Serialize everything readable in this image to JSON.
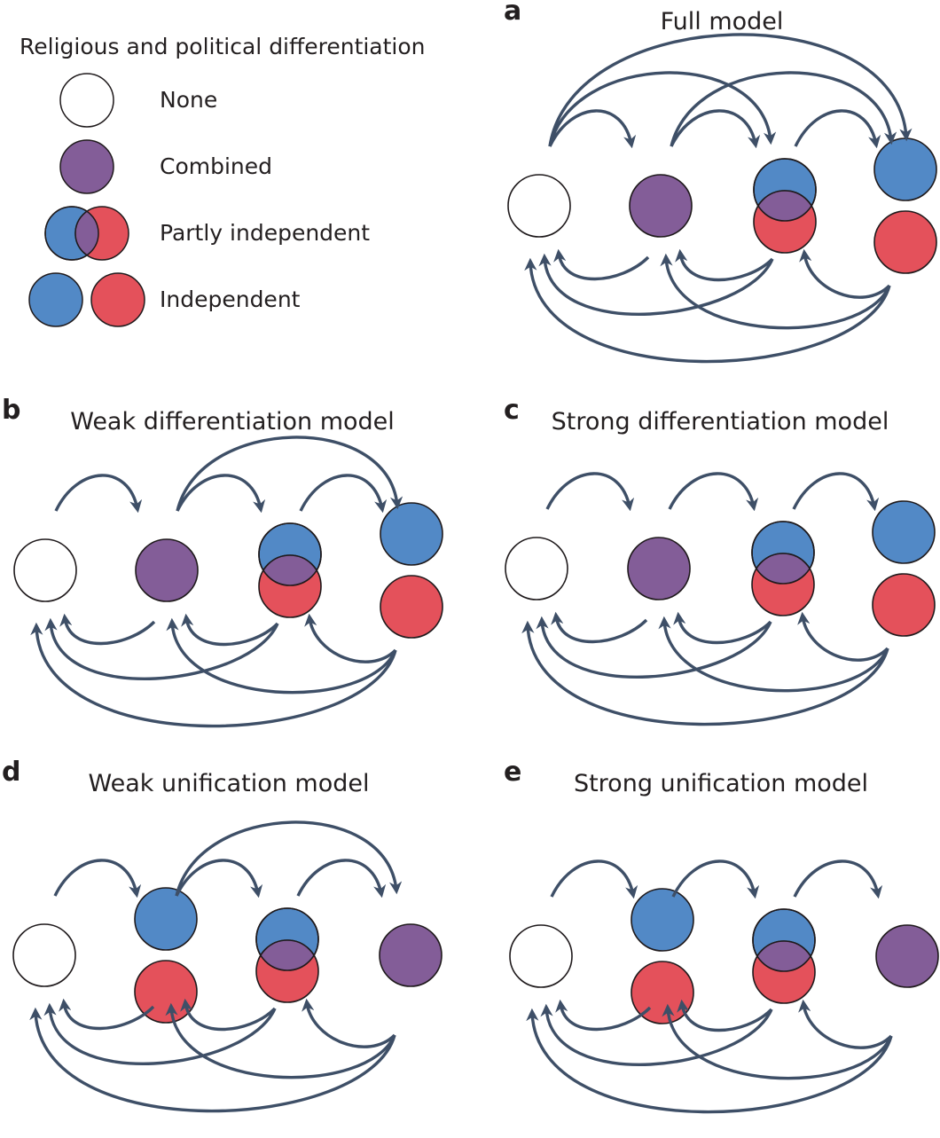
{
  "colors": {
    "blue": "#5289c6",
    "red": "#e4515b",
    "purple": "#835d98",
    "arrow": "#3e4f67",
    "outline": "#1f1a1c"
  },
  "legend": {
    "title": "Religious and political differentiation",
    "items": [
      {
        "type": "none",
        "label": "None"
      },
      {
        "type": "combined",
        "label": "Combined"
      },
      {
        "type": "partly",
        "label": "Partly independent"
      },
      {
        "type": "independent",
        "label": "Independent"
      }
    ]
  },
  "panels": [
    {
      "letter": "a",
      "title": "Full model",
      "nodes": [
        "none",
        "combined",
        "partly",
        "independent"
      ],
      "forward": [
        [
          0,
          1
        ],
        [
          0,
          2
        ],
        [
          0,
          3
        ],
        [
          1,
          2
        ],
        [
          1,
          3
        ],
        [
          2,
          3
        ]
      ],
      "backward": [
        [
          1,
          0
        ],
        [
          2,
          0
        ],
        [
          2,
          1
        ],
        [
          3,
          0
        ],
        [
          3,
          1
        ],
        [
          3,
          2
        ]
      ]
    },
    {
      "letter": "b",
      "title": "Weak differentiation model",
      "nodes": [
        "none",
        "combined",
        "partly",
        "independent"
      ],
      "forward": [
        [
          0,
          1
        ],
        [
          1,
          2
        ],
        [
          1,
          3
        ],
        [
          2,
          3
        ]
      ],
      "backward": [
        [
          1,
          0
        ],
        [
          2,
          0
        ],
        [
          2,
          1
        ],
        [
          3,
          0
        ],
        [
          3,
          1
        ],
        [
          3,
          2
        ]
      ]
    },
    {
      "letter": "c",
      "title": "Strong differentiation model",
      "nodes": [
        "none",
        "combined",
        "partly",
        "independent"
      ],
      "forward": [
        [
          0,
          1
        ],
        [
          1,
          2
        ],
        [
          2,
          3
        ]
      ],
      "backward": [
        [
          1,
          0
        ],
        [
          2,
          0
        ],
        [
          2,
          1
        ],
        [
          3,
          0
        ],
        [
          3,
          1
        ],
        [
          3,
          2
        ]
      ]
    },
    {
      "letter": "d",
      "title": "Weak unification model",
      "nodes": [
        "none",
        "independent",
        "partly",
        "combined"
      ],
      "forward": [
        [
          0,
          1
        ],
        [
          1,
          2
        ],
        [
          1,
          3
        ],
        [
          2,
          3
        ]
      ],
      "backward": [
        [
          1,
          0
        ],
        [
          2,
          0
        ],
        [
          2,
          1
        ],
        [
          3,
          0
        ],
        [
          3,
          1
        ],
        [
          3,
          2
        ]
      ]
    },
    {
      "letter": "e",
      "title": "Strong unification model",
      "nodes": [
        "none",
        "independent",
        "partly",
        "combined"
      ],
      "forward": [
        [
          0,
          1
        ],
        [
          1,
          2
        ],
        [
          2,
          3
        ]
      ],
      "backward": [
        [
          1,
          0
        ],
        [
          2,
          0
        ],
        [
          2,
          1
        ],
        [
          3,
          0
        ],
        [
          3,
          1
        ],
        [
          3,
          2
        ]
      ]
    }
  ]
}
